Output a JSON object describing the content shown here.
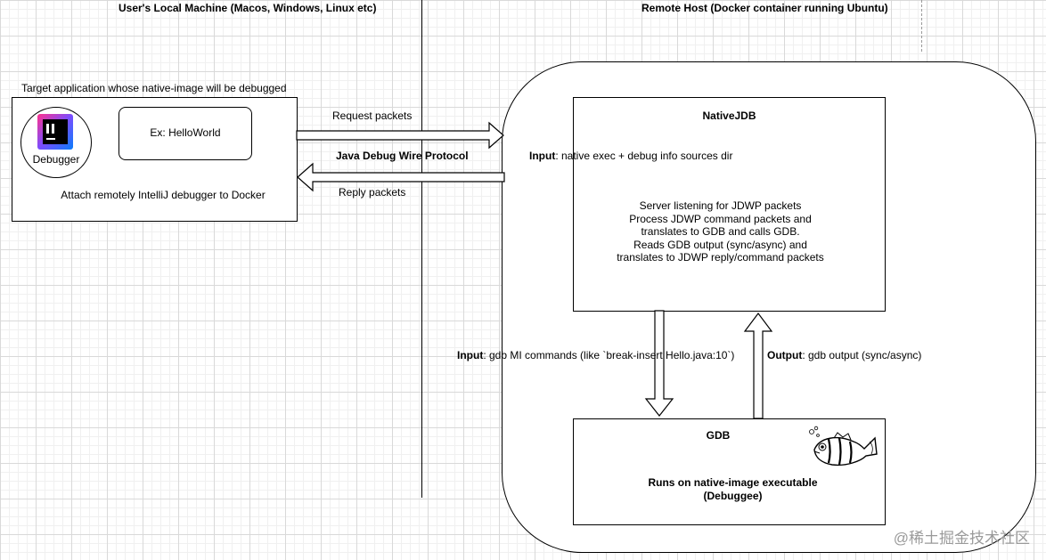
{
  "headers": {
    "local_machine": "User's Local Machine (Macos, Windows, Linux etc)",
    "remote_host": "Remote Host (Docker container running Ubuntu)"
  },
  "local": {
    "box_caption": "Target application whose native-image will be debugged",
    "debugger_label": "Debugger",
    "example_label": "Ex: HelloWorld",
    "attach_text": "Attach remotely IntelliJ debugger to Docker",
    "debugger_icon": "intellij-idea-icon"
  },
  "connection": {
    "request_label": "Request packets",
    "protocol_label": "Java Debug Wire Protocol",
    "reply_label": "Reply packets"
  },
  "nativejdb": {
    "title": "NativeJDB",
    "input_bold": "Input",
    "input_text": ": native exec + debug info sources dir",
    "description_lines": [
      "Server listening for JDWP packets",
      "Process JDWP command packets and",
      "translates to GDB and calls GDB.",
      "Reads GDB output (sync/async) and",
      "translates to JDWP reply/command packets"
    ]
  },
  "gdb_flow": {
    "input_bold": "Input",
    "input_text": ": gdb MI commands (like `break-insert Hello.java:10`)",
    "output_bold": "Output",
    "output_text": ": gdb output (sync/async)"
  },
  "gdb": {
    "title": "GDB",
    "runs_line1": "Runs on native-image executable",
    "runs_line2": "(Debuggee)",
    "mascot_icon": "gdb-archerfish-icon"
  },
  "watermark": "@稀土掘金技术社区"
}
